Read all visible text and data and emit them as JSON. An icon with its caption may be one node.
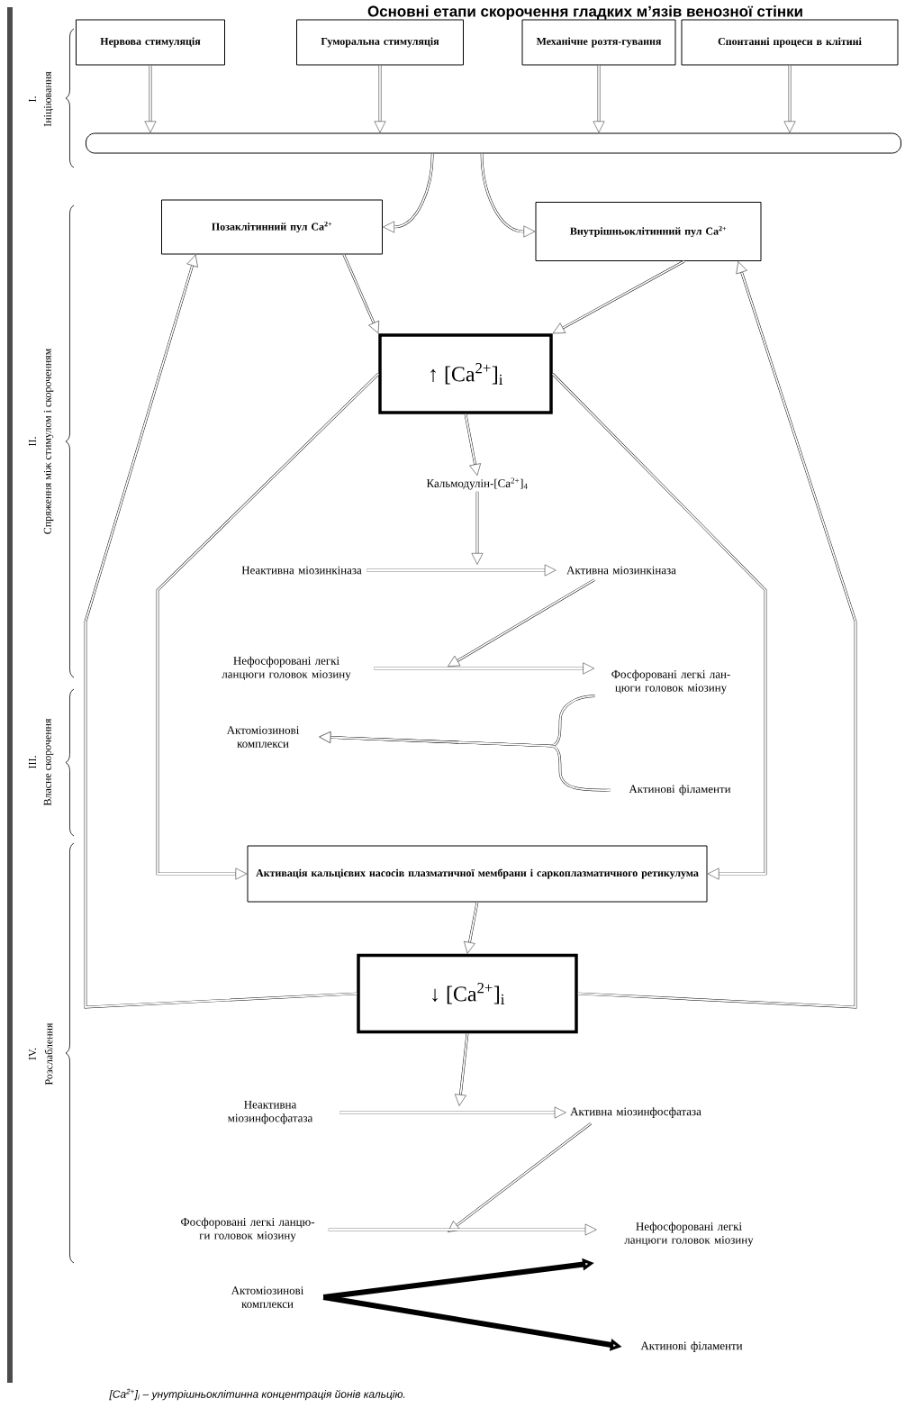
{
  "diagram": {
    "title": "Основні етапи скорочення гладких м’язів венозної стінки",
    "caption": "[Ca$^{2+}$]$_{i}$ – унутрішньоклітинна концентрація йонів кальцію.",
    "nodes": [
      {
        "text": [
          "Нервова стимуляція"
        ]
      },
      {
        "text": [
          "Гуморальна стимуляція"
        ]
      },
      {
        "text": [
          "Механічне розтя-гування"
        ]
      },
      {
        "text": [
          "Спонтанні процеси в клітині"
        ]
      },
      {
        "text": [],
        "shape": "bar"
      },
      {
        "text": [
          "Позаклітинний пул Ca$^{2+}$"
        ]
      },
      {
        "text": [
          "Внутрішньоклітинний пул Ca$^{2+}$"
        ]
      },
      {
        "text": [
          "↑ [Ca$^{2+}$]$_{i}$"
        ]
      },
      {
        "text": [
          "Кальмодулін-[Ca$^{2+}$]$_{4}$"
        ]
      },
      {
        "text": [
          "Неактивна міозинкіназа"
        ]
      },
      {
        "text": [
          "Активна міозинкіназа"
        ]
      },
      {
        "text": [
          "Нефосфоровані легкі ланцюги головок міозину"
        ]
      },
      {
        "text": [
          "Фосфоровані легкі лан-цюги головок міозину"
        ]
      },
      {
        "text": [
          "Актоміозинові комплекси"
        ]
      },
      {
        "text": [
          "Актинові філаменти"
        ]
      },
      {
        "text": [
          "Активація кальцієвих насосів плазматичної мембрани і саркоплазматичного ретикулума"
        ]
      },
      {
        "text": [
          "↓ [Ca$^{2+}$]$_{i}$"
        ]
      },
      {
        "text": [
          "Неактивна міозинфосфатаза"
        ]
      },
      {
        "text": [
          "Активна міозинфосфатаза"
        ]
      },
      {
        "text": [
          "Фосфоровані легкі ланцю-ги головок міозину"
        ]
      },
      {
        "text": [
          "Нефосфоровані легкі ланцюги головок міозину"
        ]
      },
      {
        "text": [
          "Актоміозинові комплекси"
        ]
      },
      {
        "text": [
          "Актинові філаменти"
        ]
      }
    ],
    "edges": [
      {
        "from": 0,
        "to": 4,
        "arrow": "to"
      },
      {
        "from": 1,
        "to": 4,
        "arrow": "to"
      },
      {
        "from": 2,
        "to": 4,
        "arrow": "to"
      },
      {
        "from": 3,
        "to": 4,
        "arrow": "to"
      },
      {
        "from": 4,
        "to": 5,
        "arrow": "to"
      },
      {
        "from": 4,
        "to": 6,
        "arrow": "to"
      },
      {
        "from": 5,
        "to": 7,
        "arrow": "to"
      },
      {
        "from": 6,
        "to": 7,
        "arrow": "to"
      },
      {
        "from": 7,
        "to": 8,
        "arrow": "to"
      },
      {
        "from": 8,
        "to": null,
        "arrow": "to"
      },
      {
        "from": 9,
        "to": 10,
        "arrow": "to"
      },
      {
        "from": 10,
        "to": null,
        "arrow": "to"
      },
      {
        "from": 11,
        "to": 12,
        "arrow": "to"
      },
      {
        "from": 12,
        "to": 13,
        "arrow": "to"
      },
      {
        "from": 14,
        "to": 13,
        "arrow": "to"
      },
      {
        "from": 7,
        "to": 15,
        "arrow": "to"
      },
      {
        "from": 7,
        "to": 15,
        "arrow": "to"
      },
      {
        "from": 15,
        "to": 16,
        "arrow": "to"
      },
      {
        "from": 16,
        "to": 5,
        "arrow": "to"
      },
      {
        "from": 16,
        "to": 6,
        "arrow": "to"
      },
      {
        "from": 16,
        "to": null,
        "arrow": "to"
      },
      {
        "from": 17,
        "to": 18,
        "arrow": "to"
      },
      {
        "from": 18,
        "to": null,
        "arrow": "to"
      },
      {
        "from": 19,
        "to": 20,
        "arrow": "to"
      },
      {
        "from": 21,
        "to": null,
        "arrow": "to",
        "style": "thick"
      },
      {
        "from": 21,
        "to": 22,
        "arrow": "to",
        "style": "thick"
      }
    ],
    "labels": [
      "I.",
      "Ініціювання",
      "II.",
      "Спряження між стимулом і скороченням",
      "III.",
      "Власне скорочення",
      "IV.",
      "Розслаблення"
    ]
  }
}
